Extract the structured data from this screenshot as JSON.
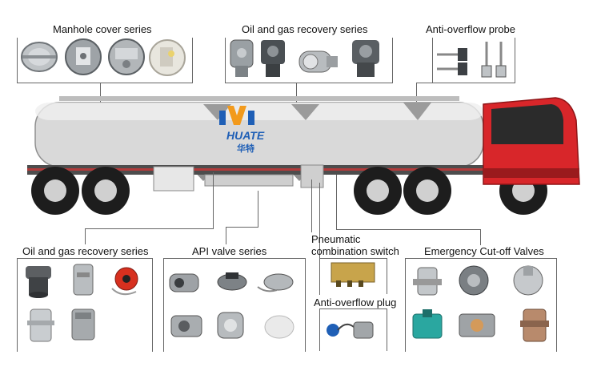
{
  "labels": {
    "manhole": "Manhole cover series",
    "oil_gas_top": "Oil and gas recovery series",
    "anti_overflow_probe": "Anti-overflow probe",
    "oil_gas_bottom": "Oil and gas recovery series",
    "api_valve": "API valve series",
    "pneumatic_line1": "Pneumatic",
    "pneumatic_line2": "combination switch",
    "anti_overflow_plug": "Anti-overflow plug",
    "emergency": "Emergency Cut-off Valves"
  },
  "logo": {
    "brand_text": "HUATE",
    "brand_cn": "华特"
  },
  "colors": {
    "tank_body": "#d9d9d9",
    "cab_red": "#d8262a",
    "logo_blue": "#1f5fb6",
    "logo_orange": "#f29a1c",
    "leader_line": "#666666"
  },
  "icons": [
    "manhole-cover-icon",
    "recovery-valve-icon",
    "probe-icon",
    "coupling-icon",
    "api-valve-icon",
    "switch-icon",
    "plug-icon",
    "cutoff-valve-icon"
  ]
}
